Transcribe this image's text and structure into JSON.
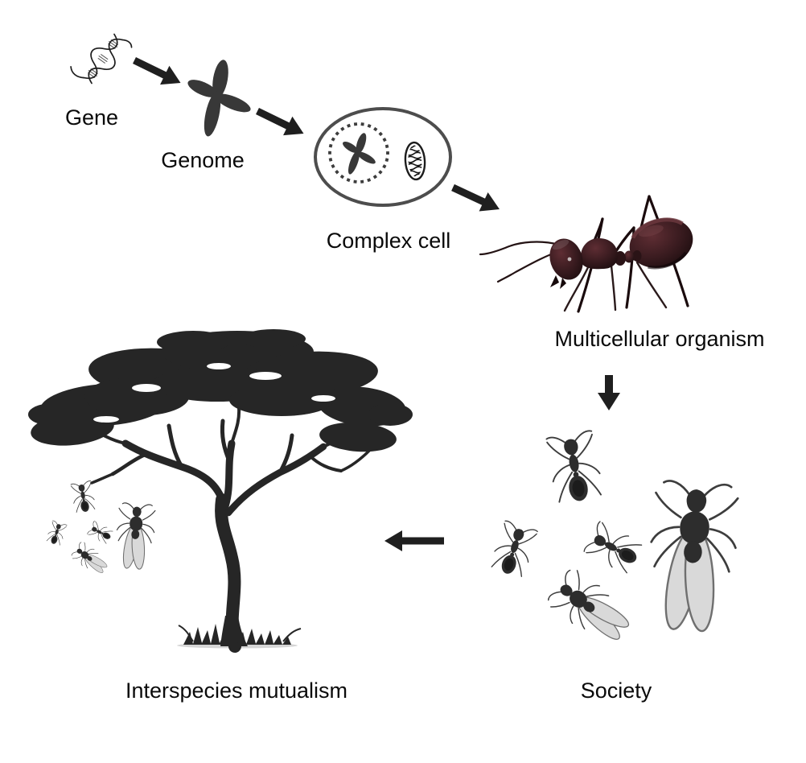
{
  "stages": [
    {
      "id": "gene",
      "label": "Gene",
      "icon": "dna-helix-icon"
    },
    {
      "id": "genome",
      "label": "Genome",
      "icon": "chromosome-icon"
    },
    {
      "id": "complex-cell",
      "label": "Complex cell",
      "icon": "eukaryotic-cell-icon"
    },
    {
      "id": "multicellular-organism",
      "label": "Multicellular organism",
      "icon": "ant-icon"
    },
    {
      "id": "society",
      "label": "Society",
      "icon": "ant-colony-icon"
    },
    {
      "id": "interspecies-mutualism",
      "label": "Interspecies mutualism",
      "icon": "acacia-tree-and-ants-icon"
    }
  ],
  "arrows": [
    {
      "from": "Gene",
      "to": "Genome",
      "direction": "down-right"
    },
    {
      "from": "Genome",
      "to": "Complex cell",
      "direction": "down-right"
    },
    {
      "from": "Complex cell",
      "to": "Multicellular organism",
      "direction": "down-right"
    },
    {
      "from": "Multicellular organism",
      "to": "Society",
      "direction": "down"
    },
    {
      "from": "Society",
      "to": "Interspecies mutualism",
      "direction": "left"
    }
  ],
  "colors": {
    "background": "#ffffff",
    "text": "#0a0a0a",
    "arrow": "#1f1f1f",
    "chromosome": "#383838",
    "cell_outline": "#4d4d4d",
    "ant_body_dark": "#1a0b0d",
    "ant_body_maroon": "#4a2228",
    "society_ink": "#2d2d2d",
    "wing_fill": "#d9d9d9",
    "tree_silhouette": "#262626"
  }
}
